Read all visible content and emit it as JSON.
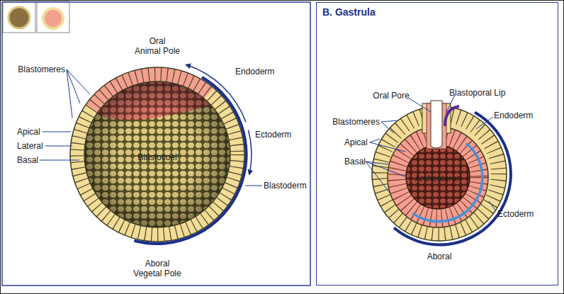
{
  "diagram": {
    "nodes": [
      {
        "text": [
          "B. Gastrula"
        ]
      }
    ],
    "labels": [
      "Oral",
      "Animal Pole",
      "Endoderm",
      "Blastomeres",
      "Apical",
      "Lateral",
      "Basal",
      "Blastocoel",
      "Ectoderm",
      "Blastoderm",
      "Aboral",
      "Vegetal Pole",
      "Oral Pore",
      "Blastoporal Lip",
      "Blastomeres",
      "Endoderm",
      "Apical",
      "Basal",
      "Archenteron",
      "Ectoderm",
      "Aboral"
    ]
  }
}
